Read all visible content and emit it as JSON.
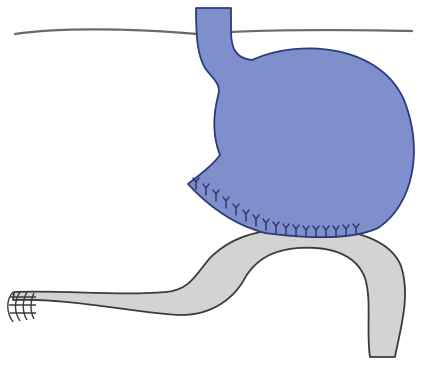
{
  "diagram": {
    "parts": [
      {
        "name": "diaphragm-line",
        "kind": "horizontal boundary line"
      },
      {
        "name": "esophagus",
        "kind": "tube"
      },
      {
        "name": "stomach",
        "kind": "organ"
      },
      {
        "name": "suture-line",
        "kind": "stitches"
      },
      {
        "name": "intestine-loop",
        "kind": "tube"
      },
      {
        "name": "intestine-end",
        "kind": "open end with ribbing"
      }
    ],
    "colors": {
      "stomach_fill": "#7f8fcb",
      "stomach_stroke": "#2f3a79",
      "intestine_fill": "#d3d3d3",
      "intestine_stroke": "#3b3b3b",
      "line": "#6a6a6a",
      "suture": "#2a2f66",
      "background": "#ffffff"
    }
  }
}
